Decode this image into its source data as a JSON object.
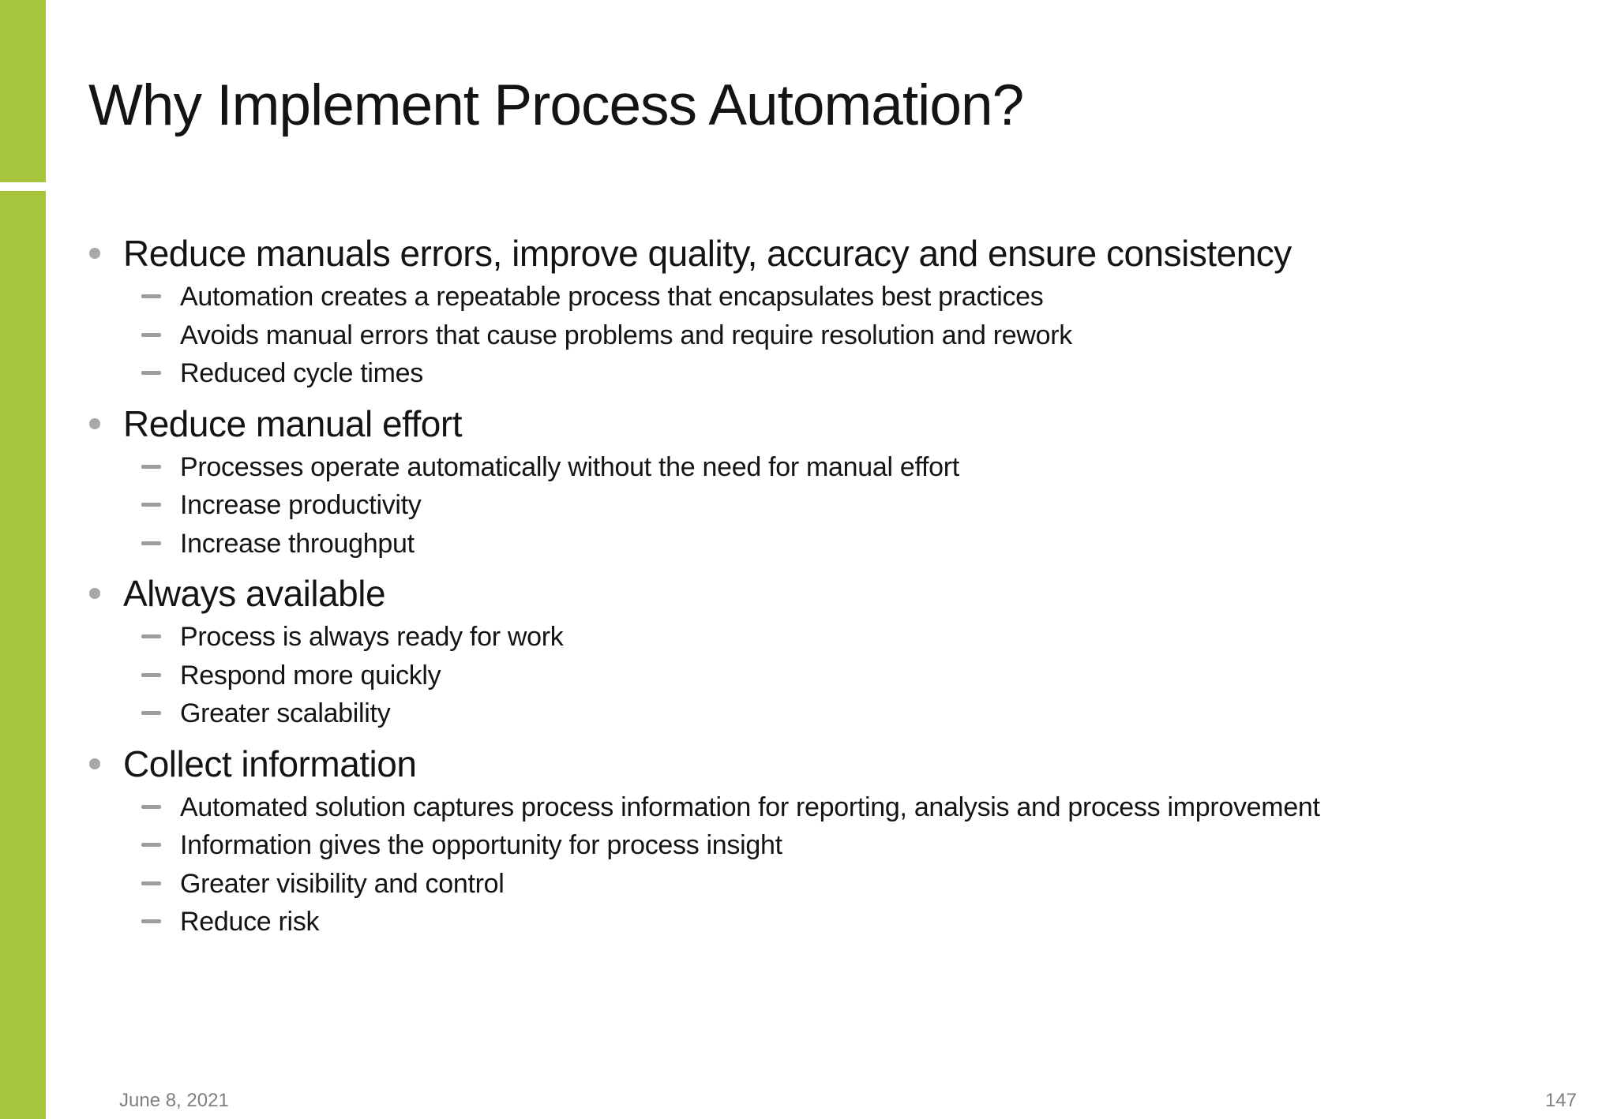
{
  "slide": {
    "title": "Why Implement Process Automation?",
    "colors": {
      "accent": "#a6c43c",
      "bullet": "#a8a8a8",
      "dash": "#9d9d9d",
      "text": "#141414",
      "muted": "#7f7f7f",
      "background": "#ffffff"
    },
    "sections": [
      {
        "heading": "Reduce manuals errors, improve quality, accuracy and ensure consistency",
        "subitems": [
          "Automation creates a repeatable process that encapsulates best practices",
          "Avoids manual errors that cause problems and require resolution and rework",
          "Reduced cycle times"
        ]
      },
      {
        "heading": "Reduce manual effort",
        "subitems": [
          "Processes operate automatically without the need for manual effort",
          "Increase productivity",
          "Increase throughput"
        ]
      },
      {
        "heading": "Always available",
        "subitems": [
          "Process is always ready for work",
          "Respond more quickly",
          "Greater scalability"
        ]
      },
      {
        "heading": "Collect information",
        "subitems": [
          "Automated solution captures process information for reporting, analysis and process improvement",
          "Information gives the opportunity for process insight",
          "Greater visibility and control",
          "Reduce risk"
        ]
      }
    ],
    "footer": {
      "date": "June 8, 2021",
      "page_number": "147"
    }
  }
}
